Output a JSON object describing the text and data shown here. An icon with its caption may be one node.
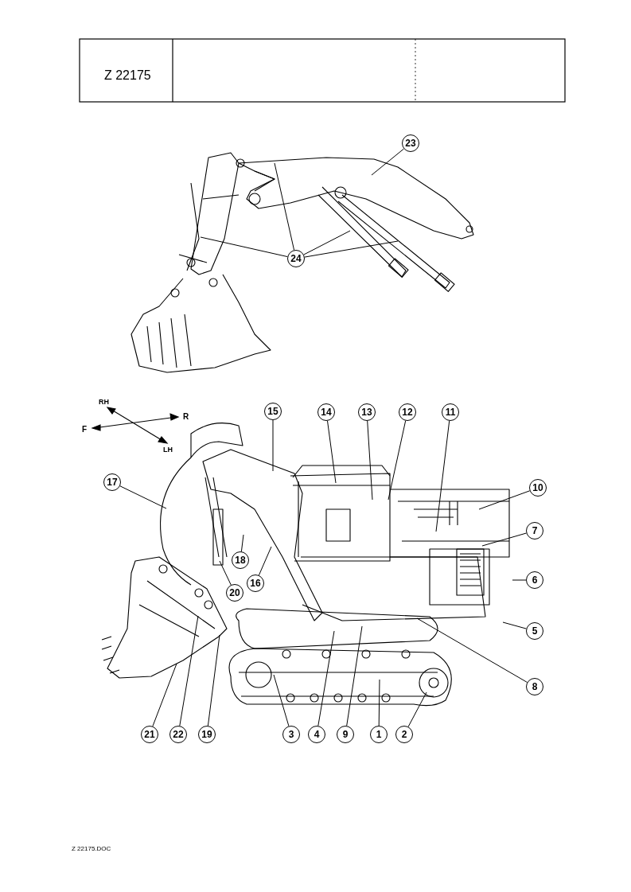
{
  "diagram": {
    "nodes": [
      {
        "text": [
          "23"
        ]
      },
      {
        "text": [
          "24"
        ]
      },
      {
        "text": [
          "15"
        ]
      },
      {
        "text": [
          "14"
        ]
      },
      {
        "text": [
          "13"
        ]
      },
      {
        "text": [
          "12"
        ]
      },
      {
        "text": [
          "11"
        ]
      },
      {
        "text": [
          "10"
        ]
      },
      {
        "text": [
          "17"
        ]
      },
      {
        "text": [
          "7"
        ]
      },
      {
        "text": [
          "18"
        ]
      },
      {
        "text": [
          "20"
        ]
      },
      {
        "text": [
          "16"
        ]
      },
      {
        "text": [
          "6"
        ]
      },
      {
        "text": [
          "5"
        ]
      },
      {
        "text": [
          "8"
        ]
      },
      {
        "text": [
          "21"
        ]
      },
      {
        "text": [
          "22"
        ]
      },
      {
        "text": [
          "19"
        ]
      },
      {
        "text": [
          "3"
        ]
      },
      {
        "text": [
          "4"
        ]
      },
      {
        "text": [
          "9"
        ]
      },
      {
        "text": [
          "1"
        ]
      },
      {
        "text": [
          "2"
        ]
      }
    ],
    "edges": [
      {
        "from": 0,
        "to": null,
        "arrow": "none"
      },
      {
        "from": 1,
        "to": null,
        "arrow": "none"
      },
      {
        "from": 1,
        "to": null,
        "arrow": "none"
      },
      {
        "from": 1,
        "to": null,
        "arrow": "none"
      },
      {
        "from": 1,
        "to": null,
        "arrow": "none"
      },
      {
        "from": 2,
        "to": null,
        "arrow": "none"
      },
      {
        "from": 3,
        "to": null,
        "arrow": "none"
      },
      {
        "from": 4,
        "to": null,
        "arrow": "none"
      },
      {
        "from": 5,
        "to": null,
        "arrow": "none"
      },
      {
        "from": 6,
        "to": null,
        "arrow": "none"
      },
      {
        "from": 7,
        "to": null,
        "arrow": "none"
      },
      {
        "from": 8,
        "to": null,
        "arrow": "none"
      },
      {
        "from": 9,
        "to": null,
        "arrow": "none"
      },
      {
        "from": 10,
        "to": null,
        "arrow": "none"
      },
      {
        "from": 11,
        "to": null,
        "arrow": "none"
      },
      {
        "from": 12,
        "to": null,
        "arrow": "none"
      },
      {
        "from": 13,
        "to": null,
        "arrow": "none"
      },
      {
        "from": 14,
        "to": null,
        "arrow": "none"
      },
      {
        "from": 15,
        "to": null,
        "arrow": "none"
      },
      {
        "from": 16,
        "to": null,
        "arrow": "none"
      },
      {
        "from": 17,
        "to": null,
        "arrow": "none"
      },
      {
        "from": 18,
        "to": null,
        "arrow": "none"
      },
      {
        "from": 19,
        "to": null,
        "arrow": "none"
      },
      {
        "from": 20,
        "to": null,
        "arrow": "none"
      },
      {
        "from": 21,
        "to": null,
        "arrow": "none"
      },
      {
        "from": 22,
        "to": null,
        "arrow": "none"
      },
      {
        "from": 23,
        "to": null,
        "arrow": "none"
      }
    ],
    "labels": [
      "Z 22175",
      "RH",
      "R",
      "F",
      "LH",
      "Z 22175.DOC"
    ]
  }
}
